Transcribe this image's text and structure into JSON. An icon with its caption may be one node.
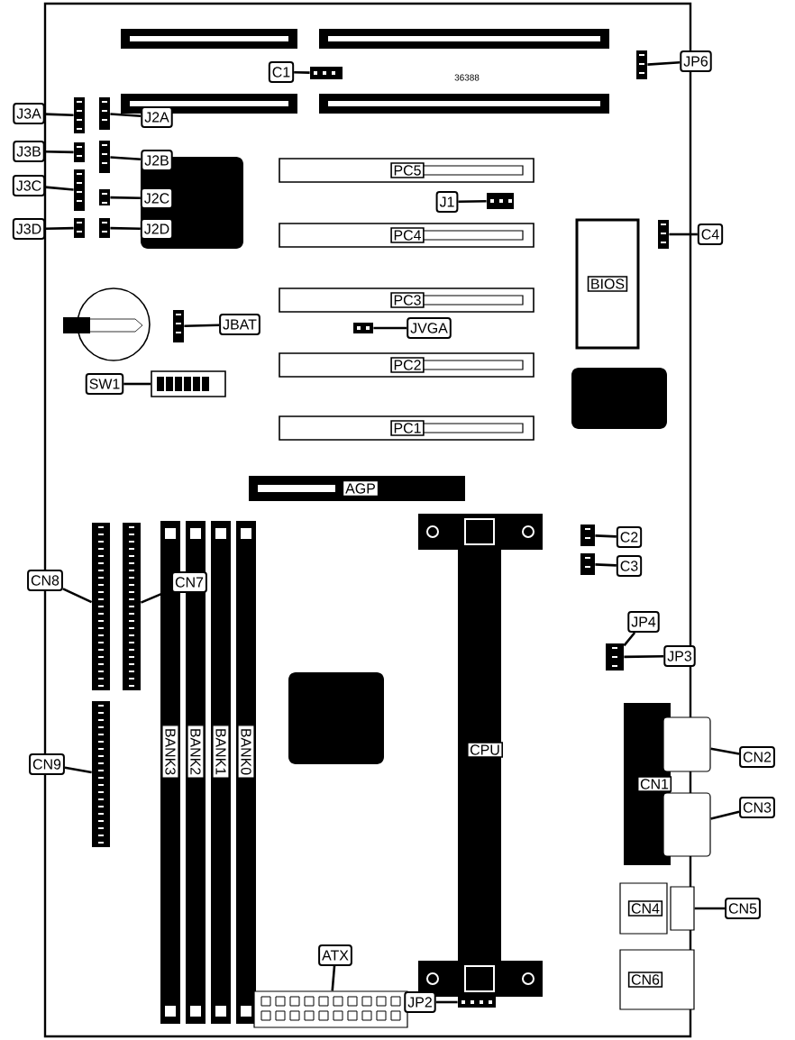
{
  "diagram": {
    "nodes": [
      {
        "text": [
          "C1"
        ]
      },
      {
        "text": [],
        "shape": "box"
      },
      {
        "text": [],
        "shape": "box"
      },
      {
        "text": [
          "JP6"
        ]
      },
      {
        "text": [
          "J3A"
        ]
      },
      {
        "text": [],
        "shape": "box"
      },
      {
        "text": [],
        "shape": "box"
      },
      {
        "text": [
          "J2A"
        ]
      },
      {
        "text": [
          "J3B"
        ]
      },
      {
        "text": [],
        "shape": "box"
      },
      {
        "text": [],
        "shape": "box"
      },
      {
        "text": [
          "J2B"
        ]
      },
      {
        "text": [
          "J3C"
        ]
      },
      {
        "text": [],
        "shape": "box"
      },
      {
        "text": [],
        "shape": "box"
      },
      {
        "text": [
          "J2C"
        ]
      },
      {
        "text": [
          "J3D"
        ]
      },
      {
        "text": [],
        "shape": "box"
      },
      {
        "text": [],
        "shape": "box"
      },
      {
        "text": [
          "J2D"
        ]
      },
      {
        "text": [
          "PC5"
        ]
      },
      {
        "text": [
          "J1"
        ]
      },
      {
        "text": [],
        "shape": "box"
      },
      {
        "text": [
          "PC4"
        ]
      },
      {
        "text": [
          "BIOS"
        ]
      },
      {
        "text": [],
        "shape": "box"
      },
      {
        "text": [
          "C4"
        ]
      },
      {
        "text": [
          "PC3"
        ]
      },
      {
        "text": [],
        "shape": "box"
      },
      {
        "text": [
          "JBAT"
        ]
      },
      {
        "text": [],
        "shape": "box"
      },
      {
        "text": [
          "JVGA"
        ]
      },
      {
        "text": [
          "PC2"
        ]
      },
      {
        "text": [
          "SW1"
        ]
      },
      {
        "text": [],
        "shape": "box"
      },
      {
        "text": [
          "PC1"
        ]
      },
      {
        "text": [
          "AGP"
        ]
      },
      {
        "text": [],
        "shape": "box"
      },
      {
        "text": [
          "C2"
        ]
      },
      {
        "text": [],
        "shape": "box"
      },
      {
        "text": [
          "C3"
        ]
      },
      {
        "text": [
          "CN8"
        ]
      },
      {
        "text": [],
        "shape": "box"
      },
      {
        "text": [],
        "shape": "box"
      },
      {
        "text": [
          "CN7"
        ]
      },
      {
        "text": [
          "JP4"
        ]
      },
      {
        "text": [],
        "shape": "box"
      },
      {
        "text": [
          "JP3"
        ]
      },
      {
        "text": [
          "BANK3"
        ]
      },
      {
        "text": [
          "BANK2"
        ]
      },
      {
        "text": [
          "BANK1"
        ]
      },
      {
        "text": [
          "BANK0"
        ]
      },
      {
        "text": [
          "CPU"
        ]
      },
      {
        "text": [
          "CN1"
        ]
      },
      {
        "text": [],
        "shape": "box"
      },
      {
        "text": [
          "CN2"
        ]
      },
      {
        "text": [],
        "shape": "box"
      },
      {
        "text": [
          "CN3"
        ]
      },
      {
        "text": [
          "CN9"
        ]
      },
      {
        "text": [],
        "shape": "box"
      },
      {
        "text": [
          "CN4"
        ]
      },
      {
        "text": [],
        "shape": "box"
      },
      {
        "text": [
          "CN5"
        ]
      },
      {
        "text": [
          "CN6"
        ]
      },
      {
        "text": [
          "ATX"
        ]
      },
      {
        "text": [],
        "shape": "box"
      },
      {
        "text": [
          "JP2"
        ]
      },
      {
        "text": [],
        "shape": "box"
      }
    ],
    "edges": [
      {
        "from": 0,
        "to": 1,
        "arrow": "none"
      },
      {
        "from": 3,
        "to": 2,
        "arrow": "none"
      },
      {
        "from": 4,
        "to": 5,
        "arrow": "none"
      },
      {
        "from": 7,
        "to": 6,
        "arrow": "none"
      },
      {
        "from": 8,
        "to": 9,
        "arrow": "none"
      },
      {
        "from": 11,
        "to": 10,
        "arrow": "none"
      },
      {
        "from": 12,
        "to": 13,
        "arrow": "none"
      },
      {
        "from": 15,
        "to": 14,
        "arrow": "none"
      },
      {
        "from": 16,
        "to": 17,
        "arrow": "none"
      },
      {
        "from": 19,
        "to": 18,
        "arrow": "none"
      },
      {
        "from": 21,
        "to": 22,
        "arrow": "none"
      },
      {
        "from": 26,
        "to": 25,
        "arrow": "none"
      },
      {
        "from": 29,
        "to": 28,
        "arrow": "none"
      },
      {
        "from": 31,
        "to": 30,
        "arrow": "none"
      },
      {
        "from": 33,
        "to": 34,
        "arrow": "none"
      },
      {
        "from": 38,
        "to": 37,
        "arrow": "none"
      },
      {
        "from": 40,
        "to": 39,
        "arrow": "none"
      },
      {
        "from": 41,
        "to": 42,
        "arrow": "none"
      },
      {
        "from": 44,
        "to": 43,
        "arrow": "none"
      },
      {
        "from": 45,
        "to": 46,
        "arrow": "none"
      },
      {
        "from": 47,
        "to": 46,
        "arrow": "none"
      },
      {
        "from": 55,
        "to": 54,
        "arrow": "none"
      },
      {
        "from": 57,
        "to": 56,
        "arrow": "none"
      },
      {
        "from": 58,
        "to": 59,
        "arrow": "none"
      },
      {
        "from": 62,
        "to": 61,
        "arrow": "none"
      },
      {
        "from": 64,
        "to": 65,
        "arrow": "none"
      },
      {
        "from": 66,
        "to": 67,
        "arrow": "none"
      }
    ],
    "labels": [
      "36388"
    ]
  }
}
